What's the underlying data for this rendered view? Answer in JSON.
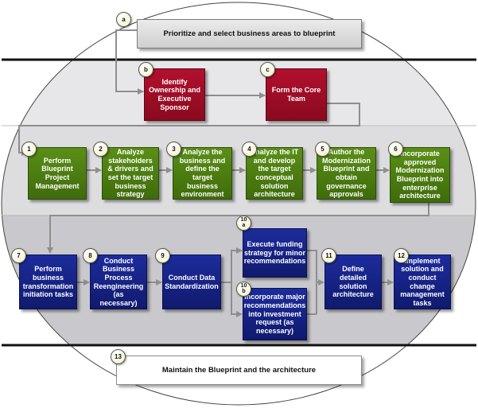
{
  "start": {
    "badge": "a",
    "label": "Prioritize and select business areas to blueprint"
  },
  "row1": [
    {
      "badge": "b",
      "label": "Identify Ownership and Executive Sponsor"
    },
    {
      "badge": "c",
      "label": "Form the Core Team"
    }
  ],
  "row2": [
    {
      "badge": "1",
      "label": "Perform Blueprint Project Management"
    },
    {
      "badge": "2",
      "label": "Analyze stakeholders & drivers and set the target business strategy"
    },
    {
      "badge": "3",
      "label": "Analyze the business and define the target business environment"
    },
    {
      "badge": "4",
      "label": "Analyze the IT and develop the target conceptual solution architecture"
    },
    {
      "badge": "5",
      "label": "Author the Modernization Blueprint and obtain governance approvals"
    },
    {
      "badge": "6",
      "label": "Incorporate approved Modernization Blueprint into enterprise architecture"
    }
  ],
  "row3": {
    "step7": {
      "badge": "7",
      "label": "Perform business transformation initiation tasks"
    },
    "step8": {
      "badge": "8",
      "label": "Conduct Business Process Reengineering (as necessary)"
    },
    "step9": {
      "badge": "9",
      "label": "Conduct Data Standardization"
    },
    "step10a": {
      "badge_top": "10",
      "badge_bottom": "a",
      "label": "Execute funding strategy for minor recommendations"
    },
    "step10b": {
      "badge_top": "10",
      "badge_bottom": "b",
      "label": "Incorporate major recommendations into investment request (as necessary)"
    },
    "step11": {
      "badge": "11",
      "label": "Define detailed solution architecture"
    },
    "step12": {
      "badge": "12",
      "label": "Implement solution and conduct change management tasks"
    }
  },
  "end": {
    "badge": "13",
    "label": "Maintain the Blueprint and the architecture"
  },
  "colors": {
    "red": "#a30d28",
    "green": "#4f7f12",
    "blue": "#15228a",
    "band_light": "#e9e9ec",
    "band_dark": "#c6c6ca",
    "divider": "#111111",
    "connector": "#8e8e8e"
  }
}
